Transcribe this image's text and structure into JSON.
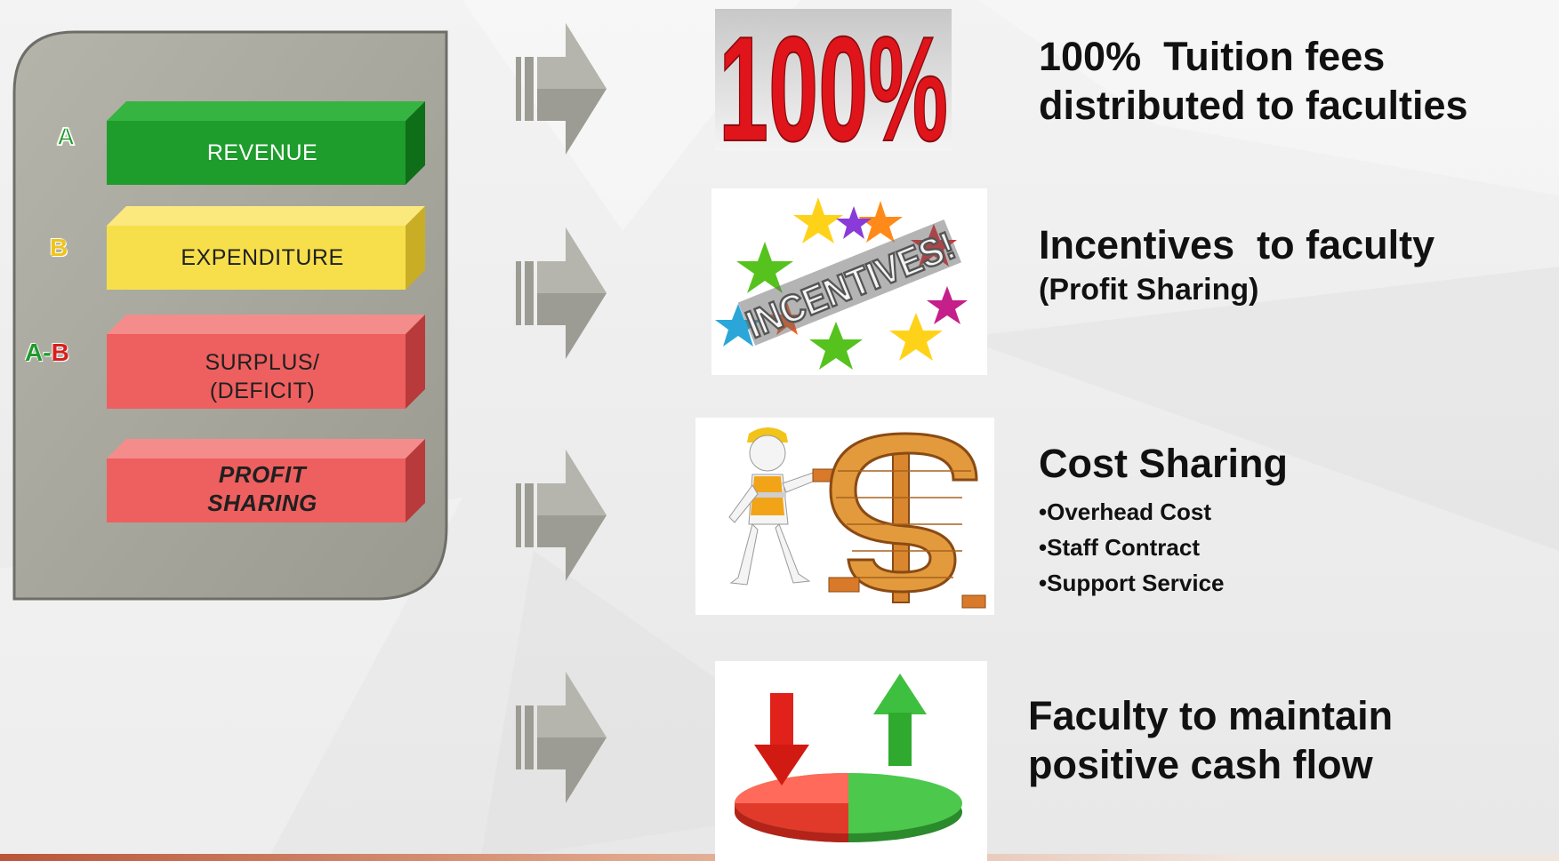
{
  "panel": {
    "rows": [
      {
        "letter": "A",
        "label_lines": [
          "REVENUE"
        ],
        "color": "#1e9c2c"
      },
      {
        "letter": "B",
        "label_lines": [
          "EXPENDITURE"
        ],
        "color": "#f7df4c"
      },
      {
        "letter": "A-B",
        "label_lines": [
          "SURPLUS/",
          "(DEFICIT)"
        ],
        "color": "#ee5f5f"
      },
      {
        "letter": "",
        "label_lines": [
          "PROFIT",
          "SHARING"
        ],
        "color": "#ee5f5f"
      }
    ]
  },
  "items": [
    {
      "image_caption": "100%",
      "heading_lines": [
        "100%  Tuition fees",
        "distributed to faculties"
      ]
    },
    {
      "image_caption": "INCENTIVES!",
      "heading_lines": [
        "Incentives  to faculty"
      ],
      "subheading": "(Profit Sharing)"
    },
    {
      "heading_lines": [
        "Cost Sharing"
      ],
      "bullets": [
        "•Overhead Cost",
        "•Staff Contract",
        "•Support Service"
      ]
    },
    {
      "heading_lines": [
        "Faculty to maintain",
        "positive cash flow"
      ]
    }
  ],
  "colors": {
    "panel_gray": "#a6a69c",
    "arrow_gray": "#9c9c94",
    "green": "#1e9c2c",
    "yellow": "#f7df4c",
    "red": "#ee5f5f",
    "percent_red": "#e0141b"
  }
}
